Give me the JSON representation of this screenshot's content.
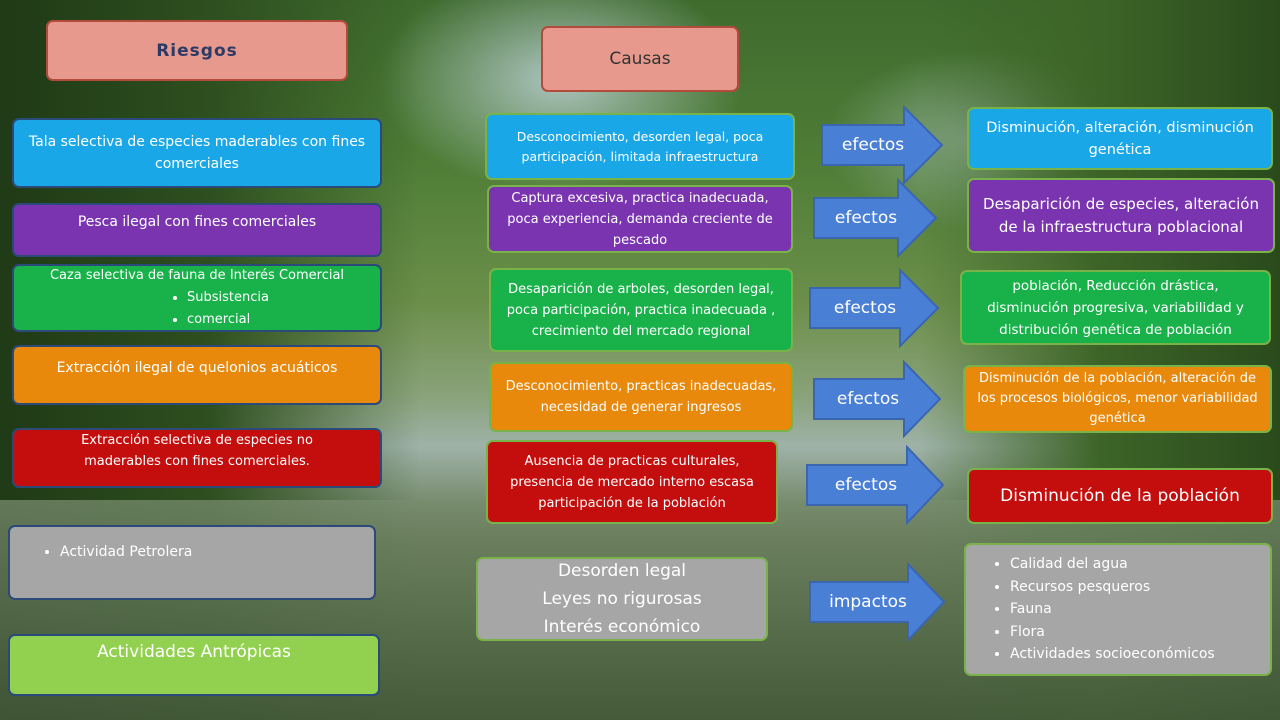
{
  "headers": {
    "riesgos": "Riesgos",
    "causas": "Causas"
  },
  "riesgos": {
    "tala": "Tala selectiva de especies maderables con fines comerciales",
    "pesca": "Pesca ilegal con fines comerciales",
    "caza_title": "Caza selectiva de fauna de Interés Comercial",
    "caza_items": [
      "Subsistencia",
      "comercial"
    ],
    "quelonios": "Extracción ilegal de quelonios acuáticos",
    "no_maderables": "Extracción selectiva de especies no maderables con fines comerciales.",
    "petrolera": "Actividad Petrolera",
    "antropicas": "Actividades Antrópicas"
  },
  "causas": {
    "c1": "Desconocimiento, desorden legal, poca participación, limitada infraestructura",
    "c2": "Captura excesiva, practica inadecuada, poca experiencia, demanda creciente de pescado",
    "c3": "Desaparición de arboles, desorden legal, poca participación, practica inadecuada , crecimiento del mercado regional",
    "c4": "Desconocimiento, practicas inadecuadas, necesidad de generar ingresos",
    "c5": "Ausencia de practicas culturales, presencia de mercado interno escasa participación de la población",
    "c6_lines": [
      "Desorden legal",
      "Leyes no rigurosas",
      "Interés económico"
    ]
  },
  "arrows": [
    "efectos",
    "efectos",
    "efectos",
    "efectos",
    "efectos",
    "impactos"
  ],
  "efectos": {
    "e1": "Disminución, alteración, disminución genética",
    "e2": "Desaparición de especies, alteración de la infraestructura poblacional",
    "e3": "población, Reducción drástica, disminución progresiva, variabilidad y distribución genética de población",
    "e4": "Disminución de la población, alteración de los procesos biológicos, menor variabilidad genética",
    "e5": "Disminución de la población",
    "impactos": [
      "Calidad del agua",
      "Recursos pesqueros",
      "Fauna",
      "Flora",
      "Actividades socioeconómicos"
    ]
  },
  "colors": {
    "blue": "#1aa7e8",
    "purple": "#7a34b0",
    "green": "#19b24a",
    "orange": "#e8890c",
    "red": "#c40d0d",
    "gray": "#a6a6a6",
    "header": "#e8998d",
    "arrow": "#4a7fd6"
  }
}
